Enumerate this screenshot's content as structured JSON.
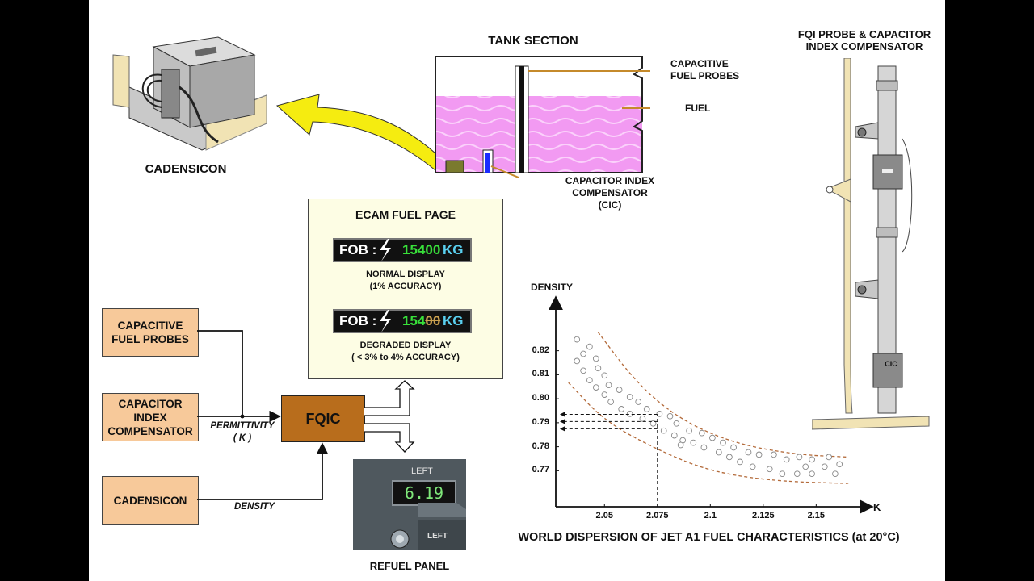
{
  "cadensicon_label": "CADENSICON",
  "tank": {
    "title": "TANK SECTION",
    "probes_label_l1": "CAPACITIVE",
    "probes_label_l2": "FUEL PROBES",
    "fuel_label": "FUEL",
    "cic_l1": "CAPACITOR INDEX",
    "cic_l2": "COMPENSATOR",
    "cic_l3": "(CIC)"
  },
  "probe_view": {
    "title_l1": "FQI PROBE & CAPACITOR",
    "title_l2": "INDEX COMPENSATOR",
    "cic_tag": "CIC"
  },
  "ecam": {
    "title": "ECAM FUEL PAGE",
    "normal": {
      "prefix": "FOB :",
      "value": "15400",
      "unit": "KG",
      "line1": "NORMAL DISPLAY",
      "line2": "(1% ACCURACY)"
    },
    "degraded": {
      "prefix": "FOB :",
      "value": "154",
      "value_dashed": "00",
      "unit": "KG",
      "line1": "DEGRADED DISPLAY",
      "line2": "( < 3% to 4% ACCURACY)"
    }
  },
  "inputs": {
    "probes_l1": "CAPACITIVE",
    "probes_l2": "FUEL PROBES",
    "cic_l1": "CAPACITOR",
    "cic_l2": "INDEX",
    "cic_l3": "COMPENSATOR",
    "cadensicon": "CADENSICON",
    "permittivity_l1": "PERMITTIVITY",
    "permittivity_l2": "( K )",
    "density": "DENSITY"
  },
  "fqic_label": "FQIC",
  "refuel": {
    "title": "REFUEL PANEL",
    "left_label": "LEFT",
    "display": "6.19",
    "left_label2": "LEFT"
  },
  "chart_data": {
    "type": "scatter",
    "ylabel": "DENSITY",
    "xlabel": "K",
    "title": "WORLD DISPERSION OF JET A1 FUEL CHARACTERISTICS (at 20°C)",
    "x_ticks": [
      "2.05",
      "2.075",
      "2.1",
      "2.125",
      "2.15"
    ],
    "y_ticks": [
      "0.82",
      "0.81",
      "0.80",
      "0.79",
      "0.78",
      "0.77"
    ],
    "xlim": [
      2.027,
      2.172
    ],
    "ylim": [
      0.755,
      0.835
    ],
    "guide_x": 2.075,
    "guide_y": [
      0.7935,
      0.7905,
      0.7875
    ],
    "points": [
      [
        2.037,
        0.8247
      ],
      [
        2.043,
        0.8217
      ],
      [
        2.04,
        0.8187
      ],
      [
        2.046,
        0.8167
      ],
      [
        2.037,
        0.8157
      ],
      [
        2.047,
        0.8127
      ],
      [
        2.04,
        0.8117
      ],
      [
        2.05,
        0.8097
      ],
      [
        2.043,
        0.8077
      ],
      [
        2.052,
        0.8057
      ],
      [
        2.046,
        0.8047
      ],
      [
        2.057,
        0.8037
      ],
      [
        2.05,
        0.8017
      ],
      [
        2.062,
        0.8007
      ],
      [
        2.053,
        0.7987
      ],
      [
        2.066,
        0.7987
      ],
      [
        2.058,
        0.7957
      ],
      [
        2.07,
        0.7957
      ],
      [
        2.062,
        0.7937
      ],
      [
        2.076,
        0.7937
      ],
      [
        2.068,
        0.7917
      ],
      [
        2.081,
        0.7927
      ],
      [
        2.073,
        0.7897
      ],
      [
        2.084,
        0.7897
      ],
      [
        2.078,
        0.7867
      ],
      [
        2.09,
        0.7867
      ],
      [
        2.083,
        0.7847
      ],
      [
        2.096,
        0.7857
      ],
      [
        2.087,
        0.7827
      ],
      [
        2.101,
        0.7837
      ],
      [
        2.092,
        0.7817
      ],
      [
        2.106,
        0.7817
      ],
      [
        2.097,
        0.7797
      ],
      [
        2.111,
        0.7797
      ],
      [
        2.104,
        0.7777
      ],
      [
        2.118,
        0.7777
      ],
      [
        2.109,
        0.7757
      ],
      [
        2.123,
        0.7767
      ],
      [
        2.114,
        0.7737
      ],
      [
        2.13,
        0.7767
      ],
      [
        2.12,
        0.7717
      ],
      [
        2.136,
        0.7747
      ],
      [
        2.128,
        0.7707
      ],
      [
        2.142,
        0.7757
      ],
      [
        2.134,
        0.7687
      ],
      [
        2.148,
        0.7747
      ],
      [
        2.141,
        0.7687
      ],
      [
        2.154,
        0.7717
      ],
      [
        2.148,
        0.7687
      ],
      [
        2.156,
        0.7757
      ],
      [
        2.161,
        0.7727
      ],
      [
        2.159,
        0.7687
      ],
      [
        2.086,
        0.7807
      ],
      [
        2.145,
        0.7717
      ]
    ],
    "upper_band": [
      [
        2.047,
        0.8277
      ],
      [
        2.065,
        0.8067
      ],
      [
        2.085,
        0.7917
      ],
      [
        2.11,
        0.7817
      ],
      [
        2.14,
        0.7767
      ],
      [
        2.165,
        0.7757
      ]
    ],
    "lower_band": [
      [
        2.033,
        0.8067
      ],
      [
        2.05,
        0.7907
      ],
      [
        2.075,
        0.7787
      ],
      [
        2.1,
        0.7697
      ],
      [
        2.13,
        0.7657
      ],
      [
        2.165,
        0.7647
      ]
    ]
  }
}
